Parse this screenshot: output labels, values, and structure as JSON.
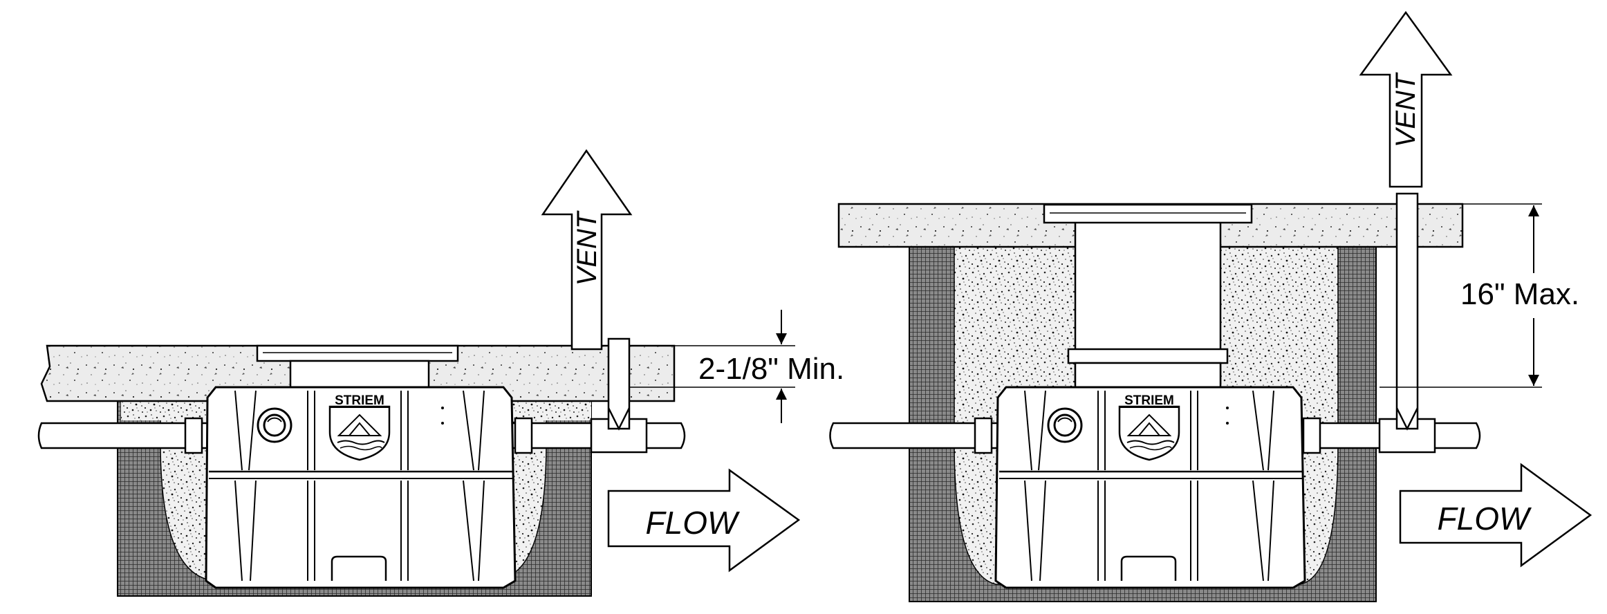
{
  "labels": {
    "vent": "VENT",
    "flow": "FLOW",
    "left_dimension": "2-1/8\" Min.",
    "right_dimension": "16\" Max.",
    "brand": "STRIEM"
  },
  "colors": {
    "line": "#000000",
    "soil_fill": "#6b6b6b",
    "gravel_fill": "#ececec",
    "concrete_fill": "#e6e6e6",
    "tank_fill": "#ffffff"
  },
  "icons": [
    "vent-arrow-icon",
    "flow-arrow-icon",
    "striem-logo-icon",
    "inlet-port-icon"
  ]
}
